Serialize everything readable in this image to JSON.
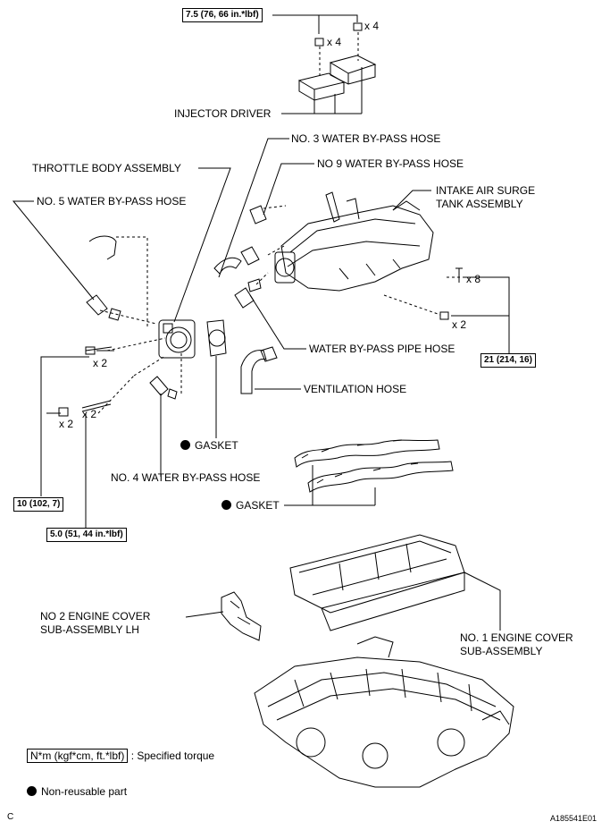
{
  "torque_specs": {
    "injector_driver": "7.5 (76, 66 in.*lbf)",
    "surge_tank": "21 (214, 16)",
    "throttle_bolt": "10 (102, 7)",
    "throttle_stud": "5.0 (51, 44 in.*lbf)"
  },
  "quantities": {
    "nut_top_x4": "x 4",
    "nut_mid_x4": "x 4",
    "bolt_x8": "x 8",
    "nut_x2_right": "x 2",
    "bolt_x2_left": "x 2",
    "nut_x2_left": "x 2",
    "stud_x2_left": "x 2"
  },
  "labels": {
    "injector_driver": "INJECTOR DRIVER",
    "no3_hose": "NO. 3 WATER BY-PASS HOSE",
    "no9_hose": "NO  9 WATER BY-PASS HOSE",
    "throttle_body": "THROTTLE BODY ASSEMBLY",
    "intake_surge_line1": "INTAKE AIR SURGE",
    "intake_surge_line2": "TANK ASSEMBLY",
    "no5_hose": "NO. 5 WATER BY-PASS HOSE",
    "water_pipe_hose": "WATER BY-PASS PIPE HOSE",
    "ventilation_hose": "VENTILATION HOSE",
    "gasket1": "GASKET",
    "no4_hose": "NO. 4 WATER BY-PASS HOSE",
    "gasket2": "GASKET",
    "no2_cover_line1": "NO  2 ENGINE COVER",
    "no2_cover_line2": "SUB-ASSEMBLY LH",
    "no1_cover_line1": "NO. 1 ENGINE COVER",
    "no1_cover_line2": "SUB-ASSEMBLY"
  },
  "legend": {
    "torque_unit": "N*m (kgf*cm, ft.*lbf)",
    "torque_desc": ": Specified torque",
    "nonreusable_desc": "Non-reusable part"
  },
  "corner": {
    "left": "C",
    "right": "A185541E01"
  }
}
